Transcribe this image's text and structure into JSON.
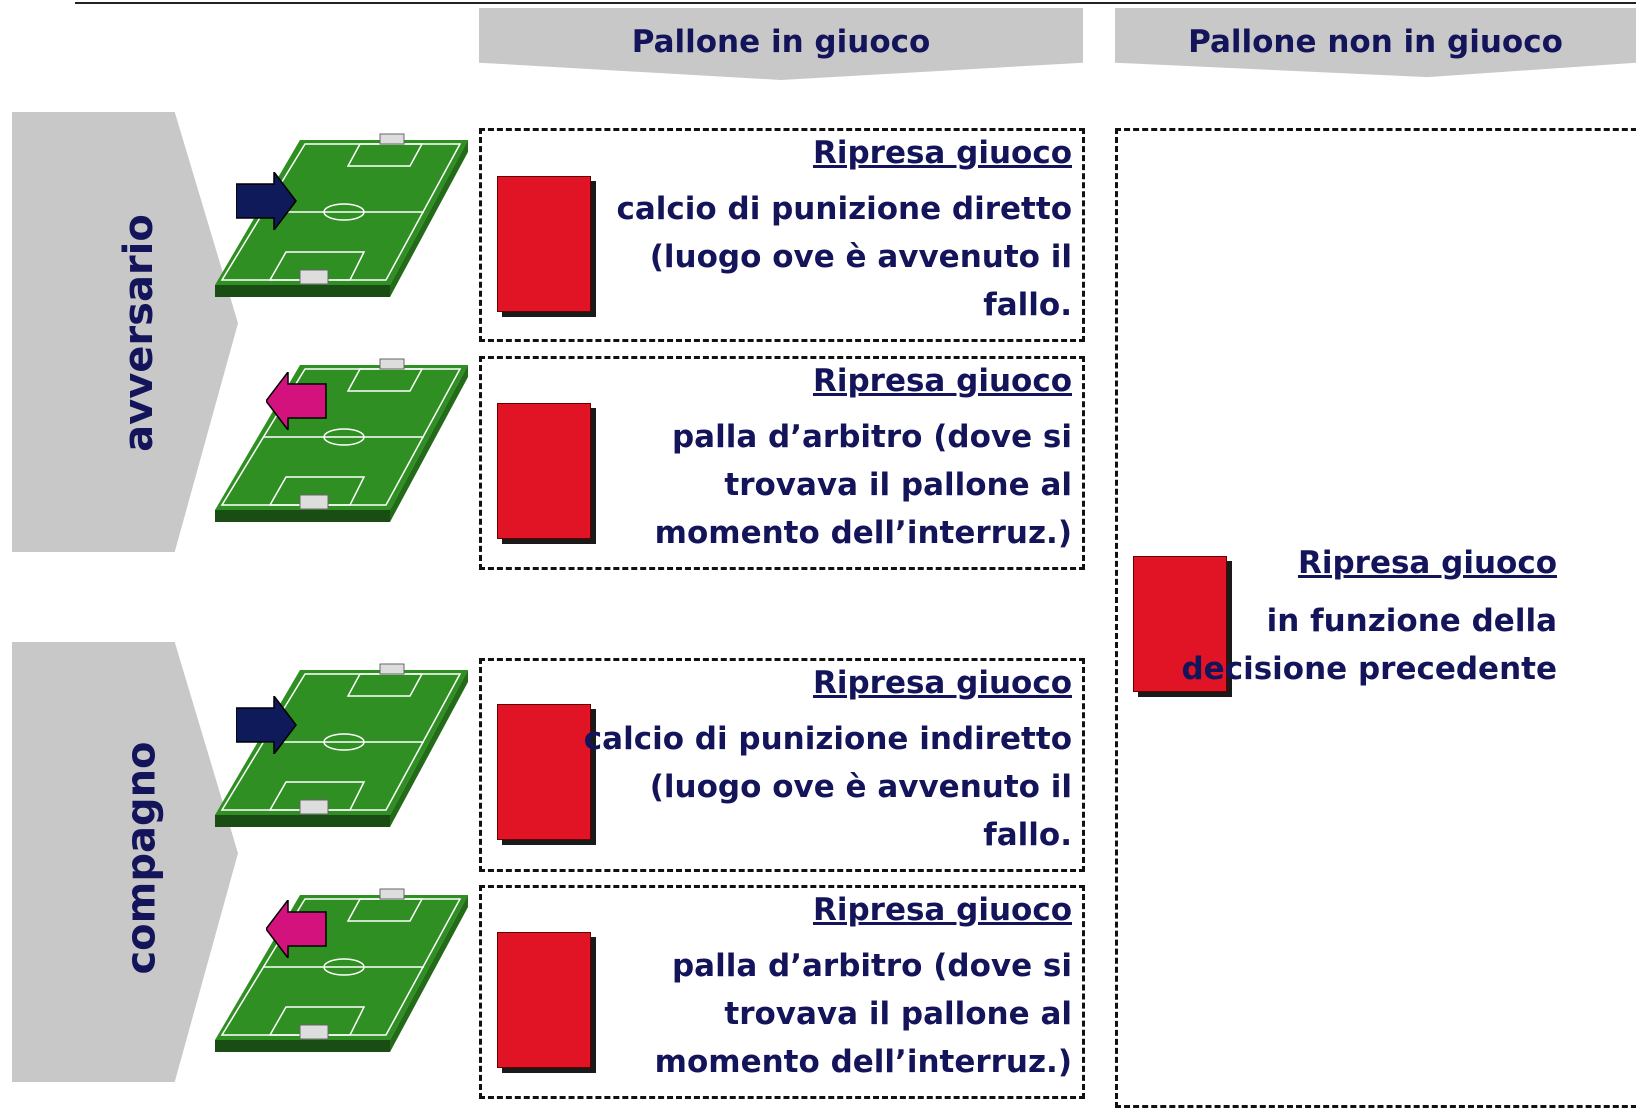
{
  "headers": {
    "ball_in_play": "Pallone in giuoco",
    "ball_not_in_play": "Pallone non in giuoco"
  },
  "rows": {
    "opponent": "avversario",
    "teammate": "compagno"
  },
  "cases": [
    {
      "title": "Ripresa giuoco",
      "text": "calcio di punizione diretto (luogo ove è avvenuto il fallo."
    },
    {
      "title": "Ripresa giuoco",
      "text": "palla d’arbitro (dove si trovava il pallone al momento dell’interruz.)"
    },
    {
      "title": "Ripresa giuoco",
      "text": "calcio di punizione indiretto (luogo ove è avvenuto il fallo."
    },
    {
      "title": "Ripresa giuoco",
      "text": "palla d’arbitro (dove si trovava il pallone al momento dell’interruz.)"
    }
  ],
  "not_in_play": {
    "title": "Ripresa giuoco",
    "text": "in funzione della decisione precedente"
  },
  "colors": {
    "card": "#e01424",
    "arrow_in": "#0f1a5a",
    "arrow_out": "#d4127e",
    "pitch": "#2f8f22"
  }
}
